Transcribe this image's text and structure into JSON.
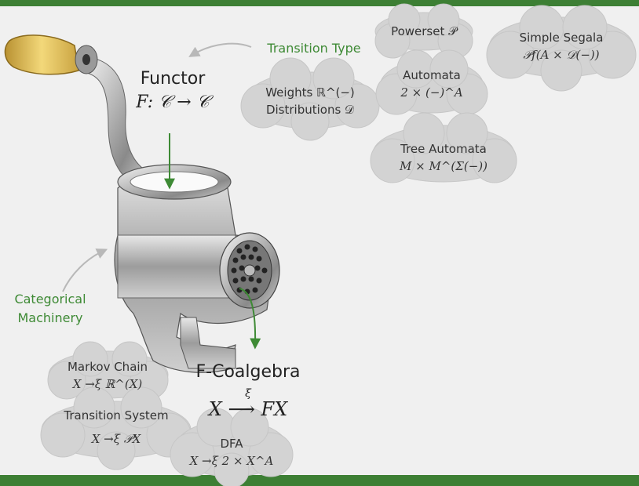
{
  "functor": {
    "title": "Functor",
    "formula": "F: 𝒞 → 𝒞"
  },
  "transition_type_label": "Transition Type",
  "categorical_machinery_label": {
    "line1": "Categorical",
    "line2": "Machinery"
  },
  "coalgebra": {
    "title": "F-Coalgebra",
    "formula": "X ⟶ FX",
    "xi": "ξ"
  },
  "clouds": {
    "powerset": {
      "line1": "Powerset 𝒫"
    },
    "simple_segala": {
      "line1": "Simple Segala",
      "line2": "𝒫f(A × 𝒟(−))"
    },
    "weights": {
      "line1": "Weights ℝ^(−)",
      "line2": "Distributions 𝒟"
    },
    "automata": {
      "line1": "Automata",
      "line2": "2 × (−)^A"
    },
    "tree_automata": {
      "line1": "Tree Automata",
      "line2": "M × M^(Σ(−))"
    },
    "markov_chain": {
      "line1": "Markov Chain",
      "line2": "X →ξ ℝ^(X)"
    },
    "transition_system": {
      "line1": "Transition System",
      "line2": "X →ξ 𝒫X"
    },
    "dfa": {
      "line1": "DFA",
      "line2": "X →ξ 2 × X^A"
    }
  },
  "colors": {
    "bar": "#3d7f34",
    "arrow_green": "#3e8a35",
    "cloud": "#d3d3d3",
    "background": "#f0f0f0"
  },
  "icons": {
    "grinder": "meat-grinder-illustration"
  }
}
